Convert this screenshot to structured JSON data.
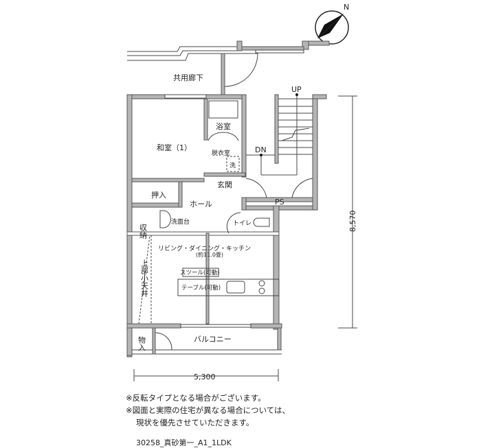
{
  "plan": {
    "compass": "N",
    "rooms": {
      "corridor": "共用廊下",
      "bath": "浴室",
      "japanese_room": "和室（1）",
      "dressing": "脱衣室",
      "washer": "洗",
      "dn": "DN",
      "up": "UP",
      "entrance": "玄関",
      "closet": "押入",
      "hall": "ホール",
      "ps": "PS",
      "storage": "収納",
      "vanity": "洗面台",
      "toilet": "トイレ",
      "ldk": "リビング・ダイニング・キッチン",
      "ldk_size": "(約11.0畳)",
      "ceiling": "上部小天井",
      "stool": "スツール(可動)",
      "table": "テーブル(可動)",
      "storeroom": "物入",
      "balcony": "バルコニー"
    },
    "dimensions": {
      "depth": "8,570",
      "width": "5,300"
    }
  },
  "notes": [
    "※反転タイプとなる場合がございます。",
    "※図面と実際の住宅が異なる場合については、",
    "現状を優先させていただきます。"
  ],
  "caption": "30258_真砂第一_A1_1LDK"
}
